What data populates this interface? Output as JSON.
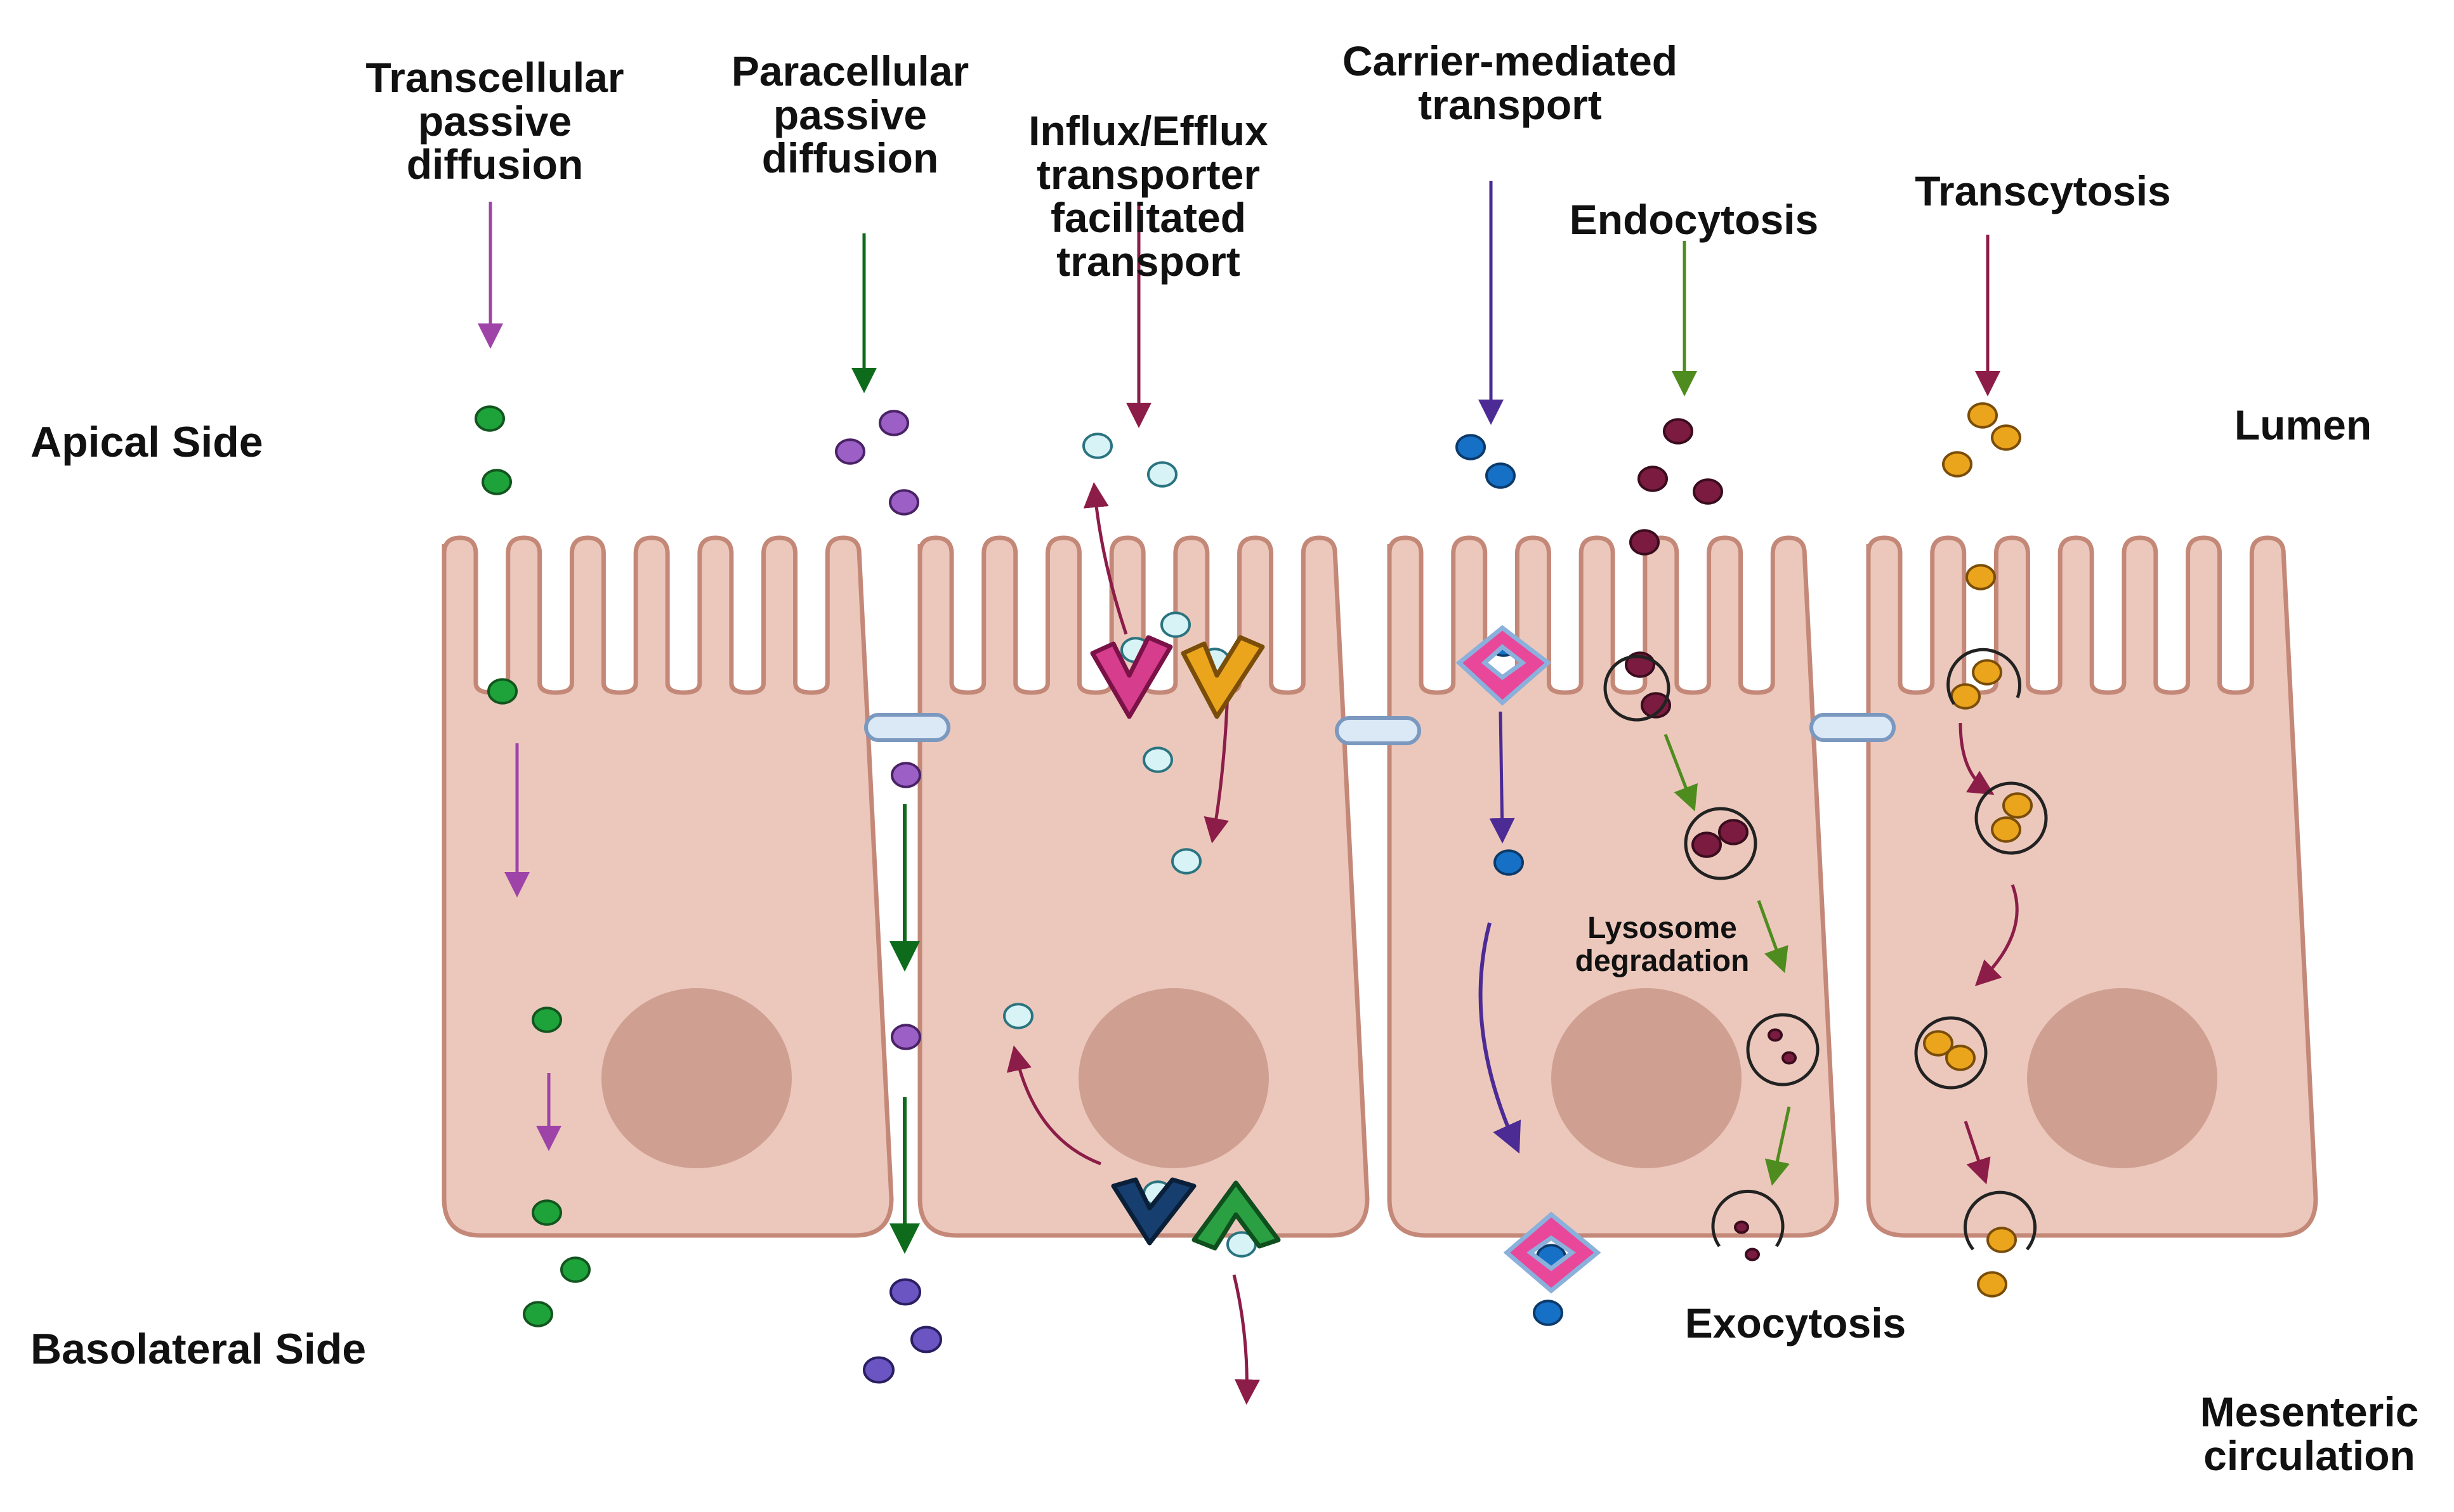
{
  "labels": {
    "transcellular": "Transcellular\npassive\ndiffusion",
    "paracellular": "Paracellular\npassive\ndiffusion",
    "influx_efflux": "Influx/Efflux\ntransporter\nfacilitated\ntransport",
    "carrier": "Carrier-mediated\ntransport",
    "endocytosis": "Endocytosis",
    "transcytosis": "Transcytosis",
    "apical": "Apical Side",
    "basolateral": "Basolateral Side",
    "lumen": "Lumen",
    "lysosome": "Lysosome\ndegradation",
    "exocytosis": "Exocytosis",
    "mesenteric": "Mesenteric\ncirculation"
  },
  "colors": {
    "cell_fill": "#ecc8bc",
    "cell_stroke": "#c48878",
    "nucleus": "#cfa092",
    "transcellular": "#9e44a9",
    "paracellular": "#0e6b1c",
    "influx_efflux": "#8c1d48",
    "carrier": "#4c2b95",
    "endocytosis": "#4f8c1f",
    "transcytosis": "#8c1d48",
    "green_particle": "#1ea33a",
    "purple_particle": "#9b5fc6",
    "violet_particle": "#6a55c2",
    "cyan_particle": "#d7f3f6",
    "blue_particle": "#1670c6",
    "maroon_particle": "#7a1b3f",
    "orange_particle": "#eba51c",
    "tight_junction": "#dbe9f7",
    "transporter_pink": "#d63d8c",
    "transporter_orange": "#eba51c",
    "transporter_navy": "#163e6e",
    "transporter_green": "#2aa043",
    "carrier_pink": "#e9479a"
  }
}
